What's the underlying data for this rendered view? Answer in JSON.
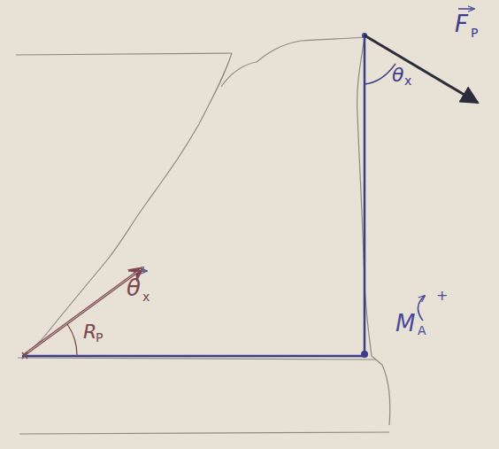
{
  "diagram": {
    "labels": [
      "F",
      "P",
      "θ",
      "x",
      "θ",
      "x",
      "R",
      "P",
      "M",
      "A",
      "+"
    ]
  }
}
